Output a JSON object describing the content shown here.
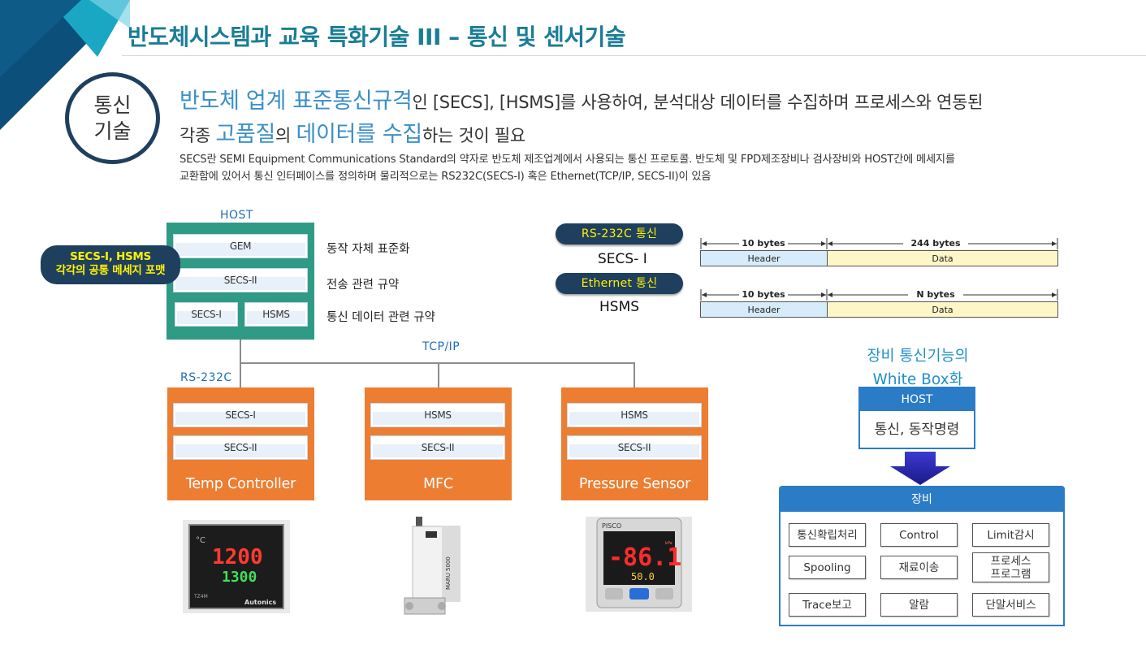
{
  "header": {
    "title": "반도체시스템과 교육 특화기술 III – 통신 및 센서기술"
  },
  "badge": {
    "line1": "통신",
    "line2": "기술"
  },
  "intro": {
    "line1_hl": "반도체 업계 표준통신규격",
    "line1_rest": "인 [SECS], [HSMS]를 사용하여, 분석대상 데이터를 수집하며 프로세스와 연동된",
    "line2_pre": "각종 ",
    "line2_hl1": "고품질",
    "line2_mid": "의 ",
    "line2_hl2": "데이터를 수집",
    "line2_rest": "하는 것이 필요",
    "desc1": "SECS란 SEMI Equipment Communications Standard의 약자로 반도체 제조업계에서 사용되는 통신 프로토콜. 반도체 및 FPD제조장비나 검사장비와 HOST간에 메세지를",
    "desc2": "교환함에 있어서 통신 인터페이스를 정의하며 물리적으로는 RS232C(SECS-I) 혹은 Ethernet(TCP/IP, SECS-II)이 있음"
  },
  "host": {
    "label": "HOST",
    "gem": "GEM",
    "secs2": "SECS-II",
    "secs1": "SECS-I",
    "hsms": "HSMS",
    "layer1": "동작 자체 표준화",
    "layer2": "전송 관련 규약",
    "layer3": "통신 데이터 관련 규약"
  },
  "bubble": {
    "line1": "SECS-I, HSMS",
    "line2": "각각의 공통 메세지 포맷"
  },
  "network": {
    "tcpip": "TCP/IP",
    "rs232c": "RS-232C"
  },
  "devices": [
    {
      "p1": "SECS-I",
      "p2": "SECS-II",
      "name": "Temp Controller"
    },
    {
      "p1": "HSMS",
      "p2": "SECS-II",
      "name": "MFC"
    },
    {
      "p1": "HSMS",
      "p2": "SECS-II",
      "name": "Pressure Sensor"
    }
  ],
  "device_displays": {
    "temp_pv": "1200",
    "temp_sv": "1300",
    "temp_brand": "Autonics",
    "temp_model": "TZ4M",
    "mfc_label": "MARU 5000",
    "pressure_brand": "PISCO",
    "pressure_value": "-86.1",
    "pressure_sub": "50.0",
    "pressure_unit": "kPa"
  },
  "comm": [
    {
      "pill": "RS-232C 통신",
      "protocol": "SECS- I"
    },
    {
      "pill": "Ethernet 통신",
      "protocol": "HSMS"
    }
  ],
  "frames": [
    {
      "header_size": "10 bytes",
      "data_size": "244 bytes",
      "header": "Header",
      "data": "Data"
    },
    {
      "header_size": "10 bytes",
      "data_size": "N bytes",
      "header": "Header",
      "data": "Data"
    }
  ],
  "whitebox": {
    "title1": "장비 통신기능의",
    "title2": "White Box화",
    "host_header": "HOST",
    "host_body": "통신, 동작명령",
    "equip_header": "장비",
    "functions": [
      "통신확립처리",
      "Control",
      "Limit감시",
      "Spooling",
      "재료이송",
      "프로세스\n프로그램",
      "Trace보고",
      "알람",
      "단말서비스"
    ]
  },
  "colors": {
    "title": "#1a7d96",
    "highlight": "#3a8fc9",
    "host_box": "#2f9a86",
    "device_box": "#ed7d31",
    "navy": "#1f3f5f",
    "yellow_text": "#fff200",
    "blue": "#2b7cc7"
  }
}
